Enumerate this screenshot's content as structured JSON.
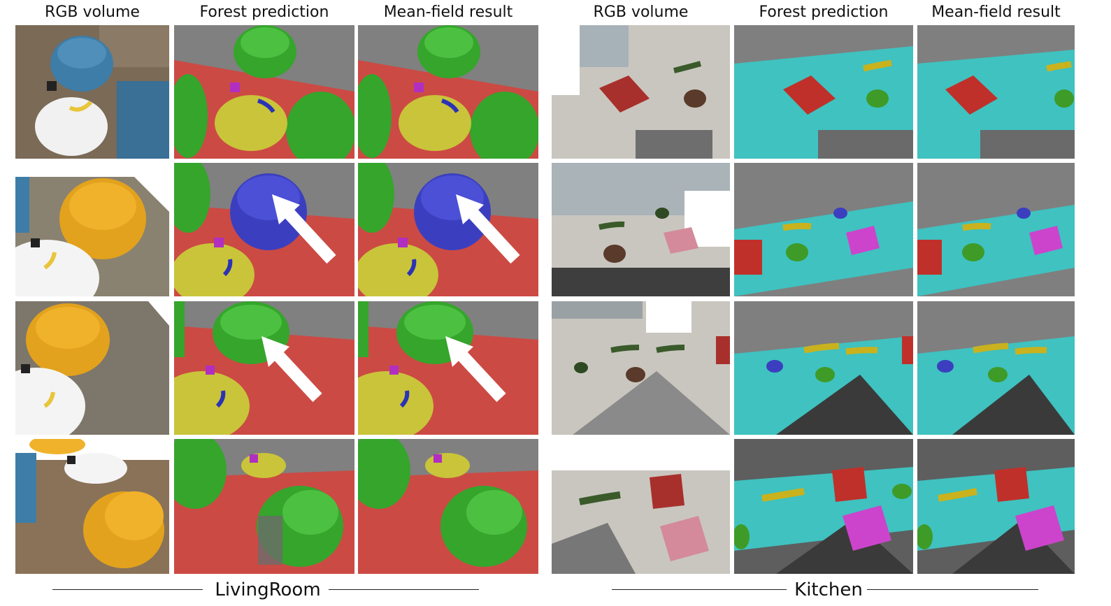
{
  "figure": {
    "column_headers": [
      "RGB volume",
      "Forest prediction",
      "Mean-field result",
      "RGB volume",
      "Forest prediction",
      "Mean-field result"
    ],
    "groups": [
      {
        "label": "LivingRoom"
      },
      {
        "label": "Kitchen"
      }
    ],
    "legend_colors": {
      "floor": "#cc4a44",
      "chair": "#35a52c",
      "highlight_chair": "#3b3fbf",
      "table": "#c9c43a",
      "mug": "#b12fc0",
      "banana_pred": "#2b33b5",
      "counter": "#3fc2c0",
      "box": "#c0302a",
      "cloth": "#cc44cc",
      "donut": "#3e9b27",
      "cucumber": "#c9b21e",
      "background": "#808080"
    },
    "icons": [
      "arrow-icon"
    ]
  }
}
